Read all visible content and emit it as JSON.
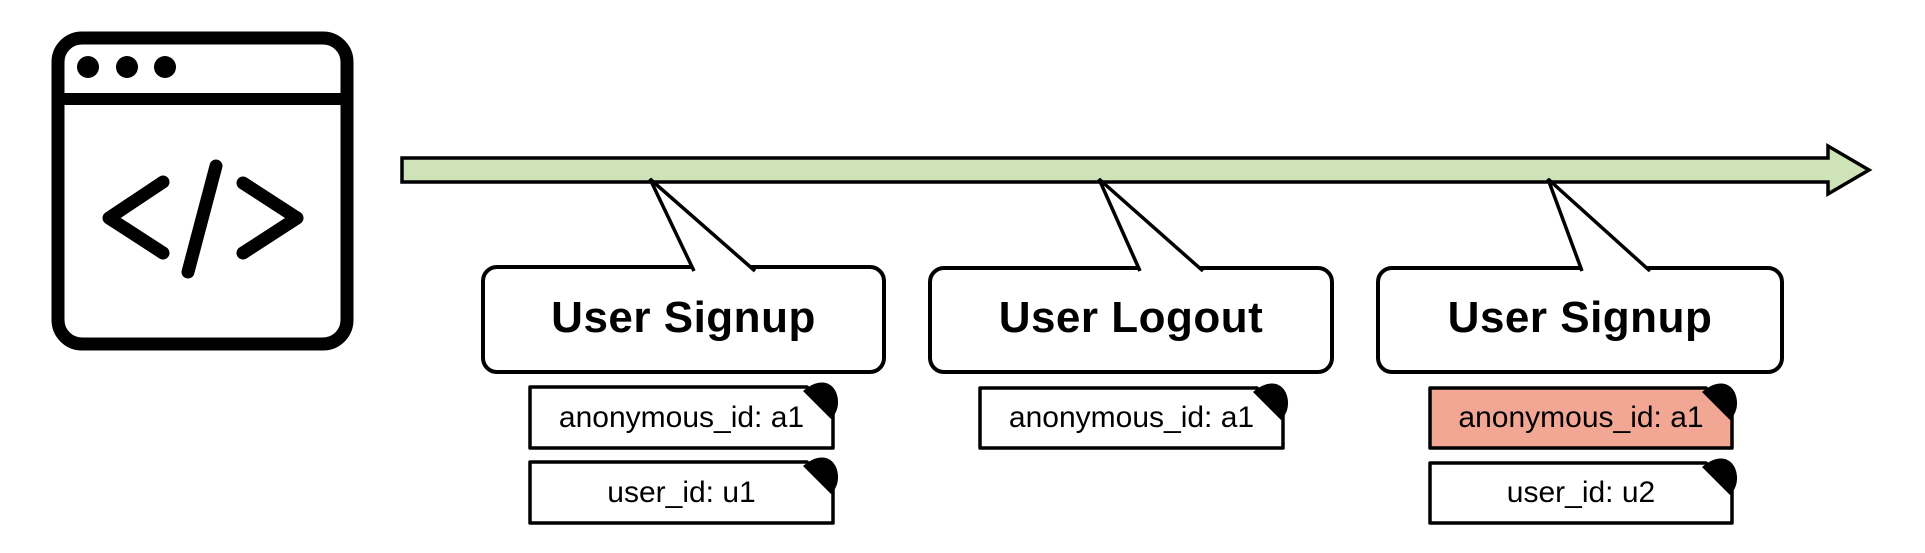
{
  "colors": {
    "timeline_fill": "#cfe3b8",
    "note_highlight": "#f2a795",
    "note_fill": "#ffffff",
    "stroke": "#000000"
  },
  "icon": {
    "label": "browser window with code symbol",
    "code_glyph": "</>"
  },
  "timeline": {
    "direction": "left-to-right",
    "events": [
      {
        "title": "User Signup",
        "notes": [
          {
            "text": "anonymous_id: a1",
            "highlighted": false
          },
          {
            "text": "user_id: u1",
            "highlighted": false
          }
        ]
      },
      {
        "title": "User Logout",
        "notes": [
          {
            "text": "anonymous_id: a1",
            "highlighted": false
          }
        ]
      },
      {
        "title": "User Signup",
        "notes": [
          {
            "text": "anonymous_id: a1",
            "highlighted": true
          },
          {
            "text": "user_id: u2",
            "highlighted": false
          }
        ]
      }
    ]
  }
}
